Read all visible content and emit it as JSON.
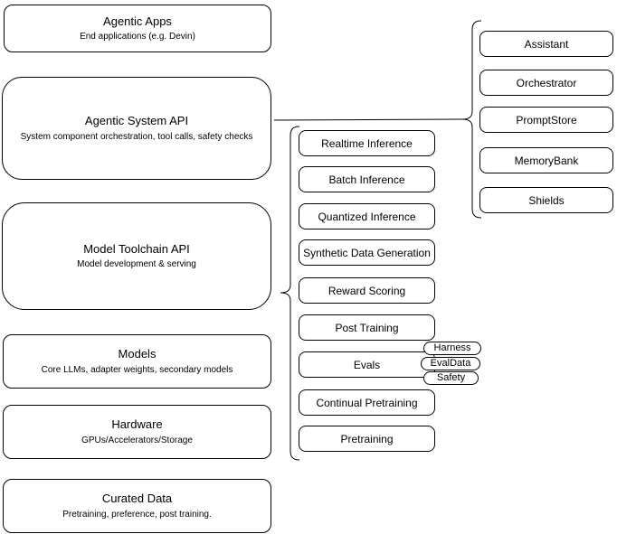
{
  "diagram": {
    "colors": {
      "stroke": "#000000",
      "fill": "#ffffff",
      "background": "#ffffff"
    },
    "left_column": [
      {
        "title": "Agentic Apps",
        "subtitle": "End applications (e.g. Devin)"
      },
      {
        "title": "Agentic System API",
        "subtitle": "System component orchestration, tool calls, safety checks"
      },
      {
        "title": "Model Toolchain API",
        "subtitle": "Model development & serving"
      },
      {
        "title": "Models",
        "subtitle": "Core LLMs, adapter weights, secondary models"
      },
      {
        "title": "Hardware",
        "subtitle": "GPUs/Accelerators/Storage"
      },
      {
        "title": "Curated Data",
        "subtitle": "Pretraining, preference, post training."
      }
    ],
    "middle_column": [
      "Realtime Inference",
      "Batch Inference",
      "Quantized Inference",
      "Synthetic Data Generation",
      "Reward Scoring",
      "Post Training",
      "Evals",
      "Continual Pretraining",
      "Pretraining"
    ],
    "evals_tags": [
      "Harness",
      "EvalData",
      "Safety"
    ],
    "right_column": [
      "Assistant",
      "Orchestrator",
      "PromptStore",
      "MemoryBank",
      "Shields"
    ]
  }
}
